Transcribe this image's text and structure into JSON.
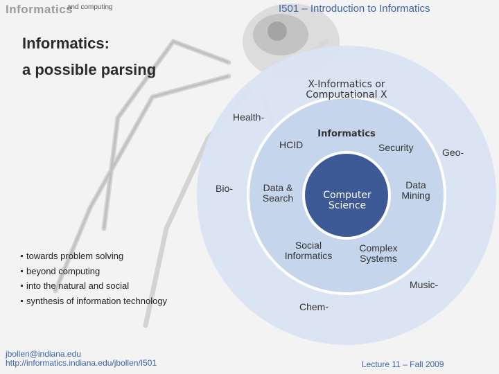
{
  "header": {
    "logo_text": "Informatics",
    "logo_sub": "and computing",
    "course_title": "I501 – Introduction to Informatics"
  },
  "slide": {
    "title_line1": "Informatics:",
    "title_line2": "a possible parsing"
  },
  "diagram": {
    "outer_label": "X-Informatics or Computational X",
    "middle_label": "Informatics",
    "core_label": "Computer Science",
    "outer_items": {
      "health": "Health-",
      "bio": "Bio-",
      "geo": "Geo-",
      "music": "Music-",
      "chem": "Chem-"
    },
    "middle_items": {
      "hcid": "HCID",
      "security": "Security",
      "data_search": "Data & Search",
      "data_mining": "Data Mining",
      "social_informatics": "Social Informatics",
      "complex_systems": "Complex Systems"
    },
    "colors": {
      "outer_ring": "#d9e3f2",
      "middle_ring": "#c5d5ec",
      "core": "#3e5a96",
      "core_border": "#ffffff"
    }
  },
  "bullets": [
    "towards problem solving",
    "beyond computing",
    "into the natural and social",
    "synthesis of information technology"
  ],
  "footer": {
    "email": "jbollen@indiana.edu",
    "url": "http://informatics.indiana.edu/jbollen/I501",
    "lecture": "Lecture 11 – Fall 2009"
  }
}
